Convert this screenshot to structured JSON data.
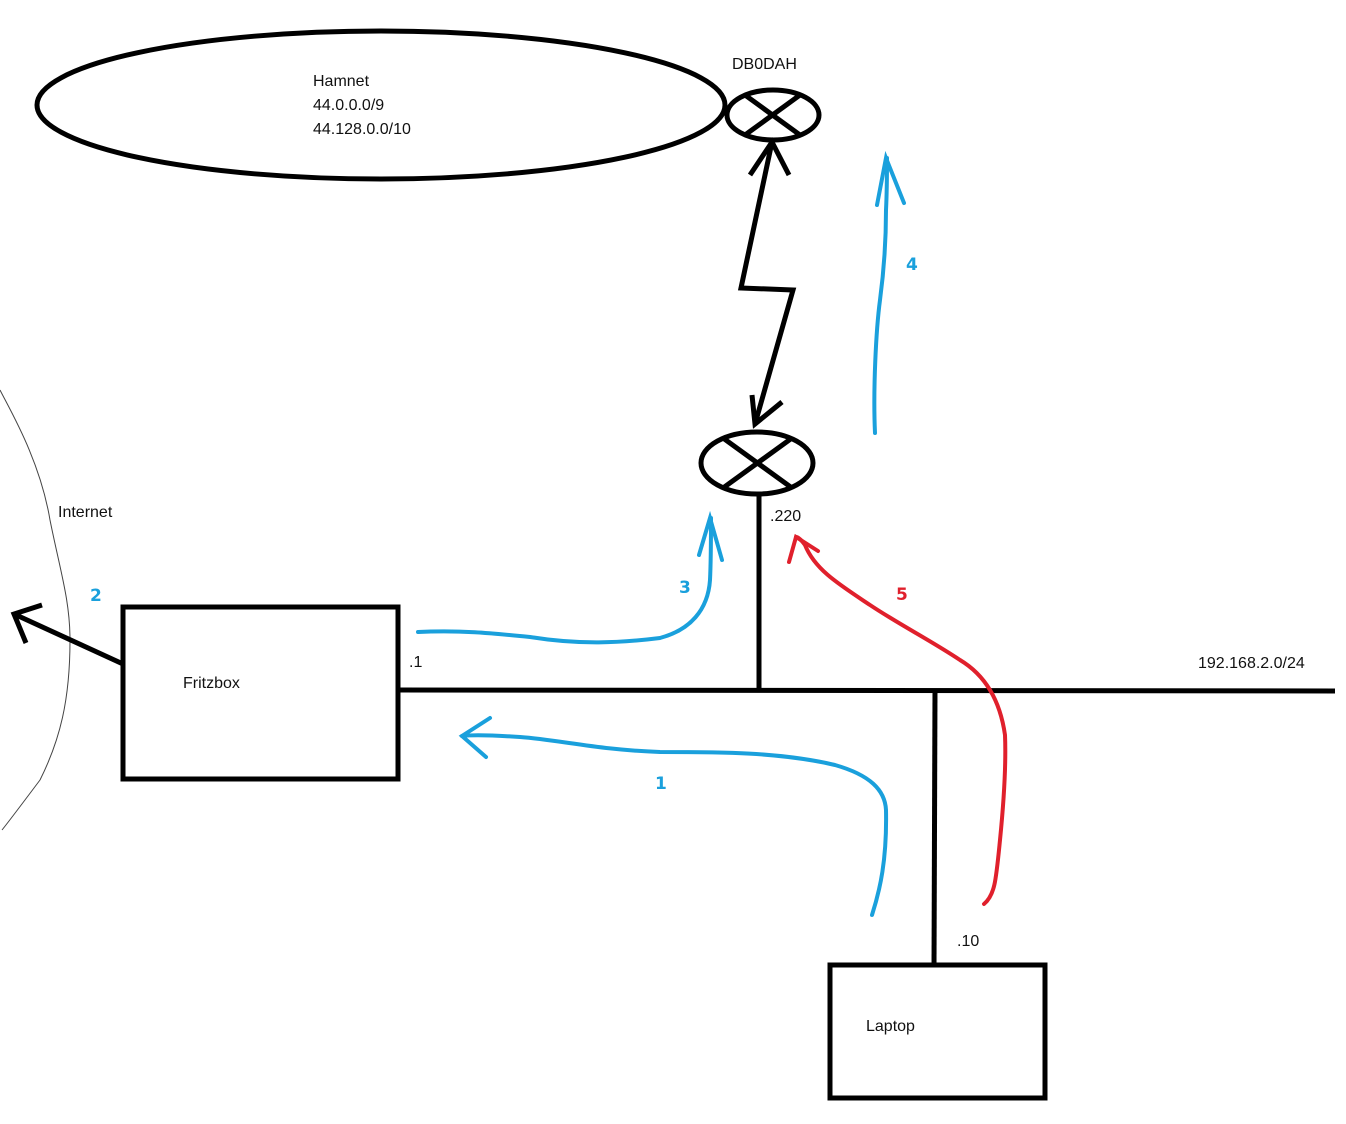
{
  "colors": {
    "line": "#000000",
    "flow": "#1aa0dc",
    "return_flow": "#e0202c",
    "cloud": "#444444"
  },
  "hamnet": {
    "title": "Hamnet",
    "ranges": [
      "44.0.0.0/9",
      "44.128.0.0/10"
    ]
  },
  "remote_node": {
    "label": "DB0DAH",
    "icon": "crossed-circle-icon"
  },
  "local_node": {
    "label": ".220",
    "icon": "crossed-circle-icon"
  },
  "internet": {
    "label": "Internet"
  },
  "fritzbox": {
    "label": "Fritzbox",
    "address": ".1"
  },
  "laptop": {
    "label": "Laptop",
    "address": ".10"
  },
  "lan": {
    "subnet": "192.168.2.0/24"
  },
  "flows": [
    {
      "id": "1",
      "color": "blue",
      "description": "Laptop to Fritzbox"
    },
    {
      "id": "2",
      "color": "blue",
      "description": "Fritzbox to Internet"
    },
    {
      "id": "3",
      "color": "blue",
      "description": "Fritzbox to .220"
    },
    {
      "id": "4",
      "color": "blue",
      "description": ".220 to DB0DAH"
    },
    {
      "id": "5",
      "color": "red",
      "description": "Laptop to .220"
    }
  ]
}
